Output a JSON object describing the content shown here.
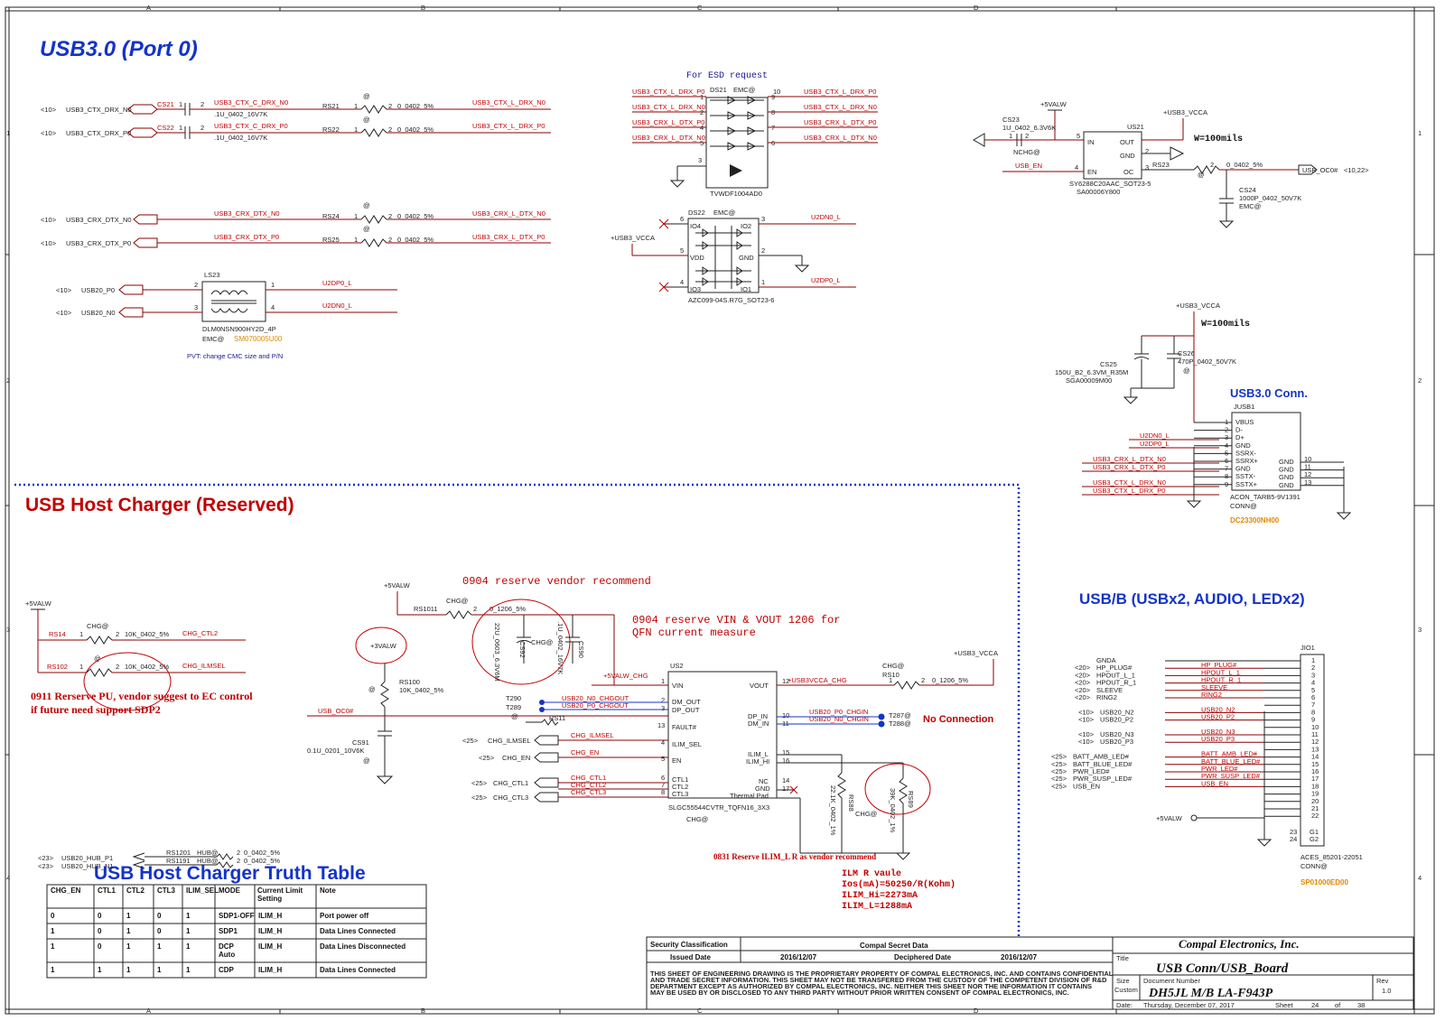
{
  "titles": {
    "usb30_port0": "USB3.0 (Port 0)",
    "host_charger": "USB Host Charger (Reserved)",
    "usb30_conn": "USB3.0 Conn.",
    "usbb": "USB/B   (USBx2, AUDIO, LEDx2)",
    "truth_table": "USB Host Charger Truth Table"
  },
  "notes": {
    "esd_request": "For ESD request",
    "pvt_change": "PVT: change CMC size and P/N",
    "reserve_vendor": "0904  reserve  vendor    recommend",
    "reserve_vin_1": "0904  reserve VIN & VOUT 1206  for",
    "reserve_vin_2": "QFN  current  measure",
    "reserve_pu_1": "0911 Rerserve PU,  vendor suggest to EC control",
    "reserve_pu_2": "if future need support SDP2",
    "no_connection": "No Connection",
    "ilim_reserve": "0831 Reserve ILIM_L R as vendor recommend",
    "ilm_1": "ILM R vaule",
    "ilm_2": "Ios(mA)=50250/R(Kohm)",
    "ilm_3": "ILIM_Hi=2273mA",
    "ilm_4": "ILIM_L=1288mA",
    "w100_1": "W=100mils",
    "w100_2": "W=100mils"
  },
  "parts": {
    "dc23300": "DC23300NH00",
    "sp01000": "SP01000ED00",
    "sm07": "SM070005U00"
  },
  "truth_table": {
    "headers": [
      "CHG_EN",
      "CTL1",
      "CTL2",
      "CTL3",
      "ILIM_SEL",
      "MODE",
      "Current  Limit Setting",
      "Note"
    ],
    "rows": [
      [
        "0",
        "0",
        "1",
        "0",
        "1",
        "SDP1-OFF",
        "ILIM_H",
        "Port power off"
      ],
      [
        "1",
        "0",
        "1",
        "0",
        "1",
        "SDP1",
        "ILIM_H",
        "Data Lines Connected"
      ],
      [
        "1",
        "0",
        "1",
        "1",
        "1",
        "DCP Auto",
        "ILIM_H",
        "Data Lines Disconnected"
      ],
      [
        "1",
        "1",
        "1",
        "1",
        "1",
        "CDP",
        "ILIM_H",
        "Data Lines Connected"
      ]
    ]
  },
  "title_block": {
    "security": "Security Classification",
    "secret": "Compal Secret Data",
    "company": "Compal Electronics, Inc.",
    "issued": "Issued Date",
    "issued_val": "2016/12/07",
    "deciphered": "Deciphered Date",
    "deciphered_val": "2016/12/07",
    "title_lbl": "Title",
    "title_val": "USB Conn/USB_Board",
    "size_lbl": "Size",
    "custom": "Custom",
    "doc_lbl": "Document  Number",
    "doc_val": "DH5JL M/B LA-F943P",
    "rev_lbl": "Rev",
    "rev_val": "1.0",
    "date_lbl": "Date:",
    "date_val": "Thursday, December 07, 2017",
    "sheet_lbl": "Sheet",
    "sheet_val": "24",
    "of": "of",
    "total": "38",
    "legal_1": "THIS SHEET OF ENGINEERING DRAWING IS THE PROPRIETARY PROPERTY OF COMPAL ELECTRONICS, INC. AND CONTAINS CONFIDENTIAL",
    "legal_2": "AND TRADE SECRET INFORMATION. THIS SHEET MAY NOT BE TRANSFERED FROM THE CUSTODY OF THE COMPETENT DIVISION OF R&D",
    "legal_3": "DEPARTMENT EXCEPT AS AUTHORIZED BY COMPAL ELECTRONICS, INC. NEITHER THIS SHEET NOR THE INFORMATION IT CONTAINS",
    "legal_4": "MAY BE USED BY OR DISCLOSED TO ANY THIRD PARTY WITHOUT PRIOR WRITTEN CONSENT OF COMPAL ELECTRONICS, INC."
  },
  "zones": {
    "cols": [
      "A",
      "B",
      "C",
      "D"
    ],
    "rows": [
      "1",
      "2",
      "3",
      "4"
    ]
  },
  "labels": {
    "port_in": [
      {
        "ref": "<10>",
        "net": "USB3_CTX_DRX_N0"
      },
      {
        "ref": "<10>",
        "net": "USB3_CTX_DRX_P0"
      },
      {
        "ref": "<10>",
        "net": "USB3_CRX_DTX_N0"
      },
      {
        "ref": "<10>",
        "net": "USB3_CRX_DTX_P0"
      },
      {
        "ref": "<10>",
        "net": "USB20_P0"
      },
      {
        "ref": "<10>",
        "net": "USB20_N0"
      }
    ],
    "caps": {
      "cs21": "CS21",
      "cs21_val": ".1U_0402_16V7K",
      "cs22": "CS22",
      "cs22_val": ".1U_0402_16V7K",
      "rs21": "RS21",
      "rs22": "RS22",
      "rs24": "RS24",
      "rs25": "RS25",
      "r_val": "0_0402_5%",
      "at": "@"
    },
    "nets_mid": {
      "c_drx_n": "USB3_CTX_C_DRX_N0",
      "c_drx_p": "USB3_CTX_C_DRX_P0",
      "crx_n": "USB3_CRX_DTX_N0",
      "crx_p": "USB3_CRX_DTX_P0",
      "l_drx_n": "USB3_CTX_L_DRX_N0",
      "l_drx_p": "USB3_CTX_L_DRX_P0",
      "l_dtx_n": "USB3_CRX_L_DTX_N0",
      "l_dtx_p": "USB3_CRX_L_DTX_P0"
    },
    "cmc": {
      "ref": "LS23",
      "pn": "DLM0NSN900HY2D_4P",
      "emc": "EMC@",
      "dp": "U2DP0_L",
      "dn": "U2DN0_L"
    },
    "ds21": {
      "ref": "DS21",
      "emc": "EMC@",
      "pn": "TVWDF1004AD0",
      "nets": [
        "USB3_CTX_L_DRX_P0",
        "USB3_CTX_L_DRX_N0",
        "USB3_CRX_L_DTX_P0",
        "USB3_CRX_L_DTX_N0"
      ]
    },
    "ds22": {
      "ref": "DS22",
      "emc": "EMC@",
      "pn": "AZC099-04S.R7G_SOT23-6",
      "vcc": "+USB3_VCCA",
      "dn": "U2DN0_L",
      "dp": "U2DP0_L",
      "io4": "IO4",
      "io2": "IO2",
      "vdd": "VDD",
      "gnd": "GND",
      "io3": "IO3",
      "io1": "IO1"
    },
    "us21": {
      "ref": "US21",
      "in": "IN",
      "out": "OUT",
      "gnd": "GND",
      "en": "EN",
      "oc": "OC",
      "pn": "SY6288C20AAC_SOT23-5",
      "sa": "SA00006Y800",
      "v5": "+5VALW",
      "vcca": "+USB3_VCCA",
      "cs23": "CS23",
      "cs23_val": "1U_0402_6.3V6K",
      "nchg": "NCHG@",
      "usb_en": "USB_EN",
      "rs23": "RS23",
      "rs23_val": "0_0402_5%",
      "oc_net": "USB_OC0#",
      "oc_ref": "<10,22>",
      "cs24": "CS24",
      "cs24_val": "1000P_0402_50V7K",
      "cs24_emc": "EMC@"
    },
    "conn": {
      "vcca": "+USB3_VCCA",
      "cs25": "CS25",
      "cs25_val": "150U_B2_6.3VM_R35M",
      "cs25_sga": "SGA00009M00",
      "cs26": "CS26",
      "cs26_val": "470P_0402_50V7K",
      "ref": "JUSB1",
      "pn": "ACON_TARB5-9V1391",
      "conn": "CONN@",
      "pins": [
        "VBUS",
        "D-",
        "D+",
        "GND",
        "SSRX-",
        "SSRX+",
        "GND",
        "SSTX-",
        "SSTX+"
      ],
      "gnds": [
        "GND",
        "GND",
        "GND",
        "GND"
      ],
      "nets": [
        "U2DN0_L",
        "U2DP0_L",
        "USB3_CRX_L_DTX_N0",
        "USB3_CRX_L_DTX_P0",
        "USB3_CTX_L_DRX_N0",
        "USB3_CTX_L_DRX_P0"
      ]
    },
    "charger": {
      "v5": "+5VALW",
      "v3": "+3VALW",
      "vcca": "+USB3_VCCA",
      "rs14": "RS14",
      "rs102": "RS102",
      "chg": "CHG@",
      "r10k": "10K_0402_5%",
      "ctl2": "CHG_CTL2",
      "ilmsel": "CHG_ILMSEL",
      "rs1011": "RS1011",
      "r1206": "0_1206_5%",
      "cs92": "CS92",
      "cs92_val": "22U_0603_6.3V6M",
      "cs90": "CS90",
      "cs90_val": ".1U_0402_16V7K",
      "rs100": "RS100",
      "rs100_val": "10K_0402_5%",
      "cs91": "CS91",
      "cs91_val": "0.1U_0201_10V6K",
      "us2": "US2",
      "us2_pn": "SLGC55544CVTR_TQFN16_3X3",
      "vin": "VIN",
      "vout": "VOUT",
      "dm_out": "DM_OUT",
      "dp_out": "DP_OUT",
      "fault": "FAULT#",
      "ilim_sel": "ILIM_SEL",
      "en": "EN",
      "dp_in": "DP_IN",
      "dm_in": "DM_IN",
      "ilim_l": "ILIM_L",
      "ilim_hi": "ILIM_HI",
      "ctl1_p": "CTL1",
      "ctl2_p": "CTL2",
      "ctl3_p": "CTL3",
      "nc": "NC",
      "gnd": "GND",
      "tpad": "Thermal Pad",
      "valw_chg": "+5VALW_CHG",
      "vcca_chg": "+USB3VCCA_CHG",
      "rs10": "RS10",
      "rs11": "RS11",
      "n0_chgout": "USB20_N0_CHGOUT",
      "p0_chgout": "USB20_P0_CHGOUT",
      "p0_chgin": "USB20_P0_CHGIN",
      "n0_chgin": "USB20_N0_CHGIN",
      "t290": "T290",
      "t289": "T289",
      "t287": "T287@",
      "t288": "T288@",
      "usb_oc0": "USB_OC0#",
      "r22k": "22.1K_0402_1%",
      "r39k": "39K_0402_1%",
      "rs88": "RS88",
      "rs89": "RS89",
      "in_ilmsel": "CHG_ILMSEL",
      "in_en": "CHG_EN",
      "in_ctl1": "CHG_CTL1",
      "in_ctl2": "CHG_CTL2",
      "in_ctl3": "CHG_CTL3",
      "ref25": "<25>",
      "rs1201": "RS1201",
      "rs1191": "RS1191",
      "hub": "HUB@",
      "r0": "0_0402_5%",
      "hub_p1": "USB20_HUB_P1",
      "hub_n1": "USB20_HUB_N1",
      "ref23": "<23>"
    },
    "jio1": {
      "ref": "JIO1",
      "pn": "ACES_85201-22051",
      "conn": "CONN@",
      "left": [
        {
          "ref": "",
          "net": "GNDA"
        },
        {
          "ref": "<20>",
          "net": "HP_PLUG#"
        },
        {
          "ref": "<20>",
          "net": "HPOUT_L_1"
        },
        {
          "ref": "<20>",
          "net": "HPOUT_R_1"
        },
        {
          "ref": "<20>",
          "net": "SLEEVE"
        },
        {
          "ref": "<20>",
          "net": "RING2"
        },
        {
          "ref": "<10>",
          "net": "USB20_N2"
        },
        {
          "ref": "<10>",
          "net": "USB20_P2"
        },
        {
          "ref": "<10>",
          "net": "USB20_N3"
        },
        {
          "ref": "<10>",
          "net": "USB20_P3"
        },
        {
          "ref": "<25>",
          "net": "BATT_AMB_LED#"
        },
        {
          "ref": "<25>",
          "net": "BATT_BLUE_LED#"
        },
        {
          "ref": "<25>",
          "net": "PWR_LED#"
        },
        {
          "ref": "<25>",
          "net": "PWR_SUSP_LED#"
        },
        {
          "ref": "<25>",
          "net": "USB_EN"
        }
      ],
      "v5": "+5VALW"
    }
  }
}
